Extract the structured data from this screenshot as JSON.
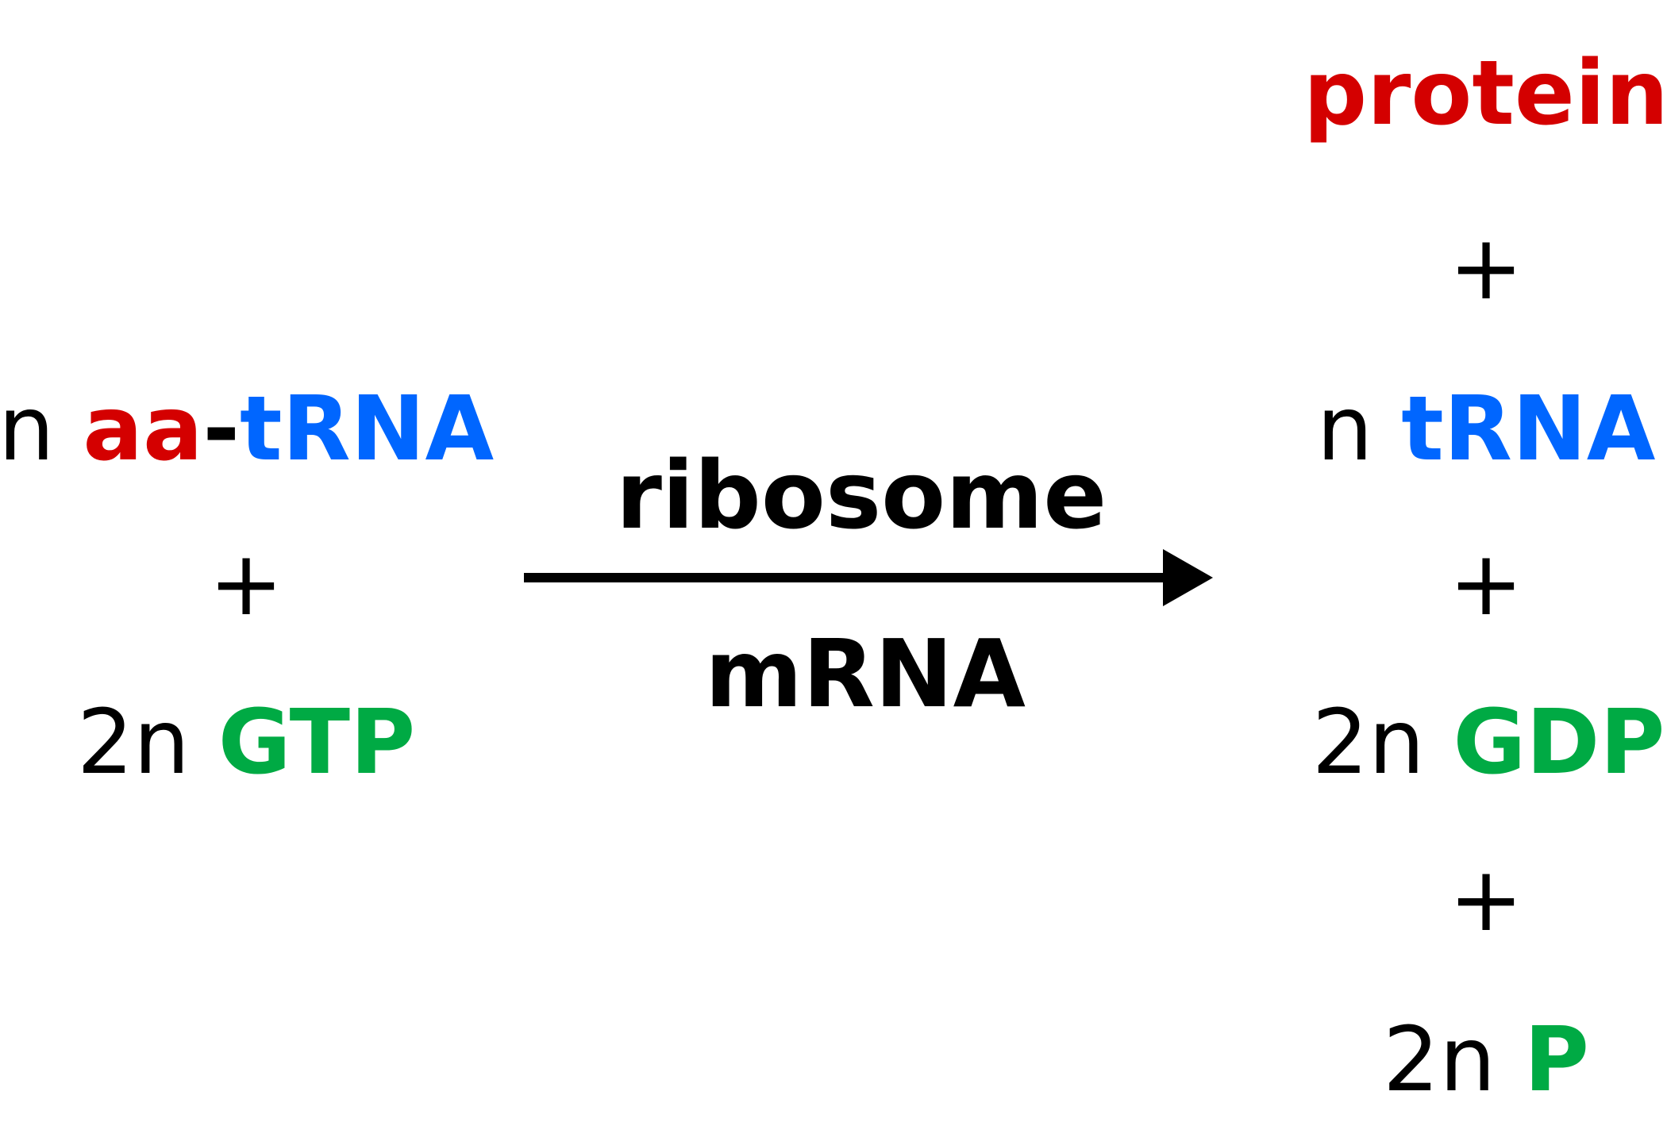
{
  "colors": {
    "amino_acid": "#d40000",
    "trna": "#0066ff",
    "nucleotide": "#00aa44",
    "text": "#000000"
  },
  "reactants": {
    "aa_trna": {
      "coefficient": "n",
      "amino_acid": "aa",
      "hyphen": "-",
      "trna": "tRNA"
    },
    "plus": "+",
    "gtp": {
      "coefficient": "2n",
      "name": "GTP"
    }
  },
  "arrow": {
    "above": "ribosome",
    "below": "mRNA"
  },
  "products": {
    "protein": "protein",
    "plus_1": "+",
    "trna": {
      "coefficient": "n",
      "name": "tRNA"
    },
    "plus_2": "+",
    "gdp": {
      "coefficient": "2n",
      "name": "GDP"
    },
    "plus_3": "+",
    "phosphate": {
      "coefficient": "2n",
      "name": "P"
    }
  }
}
